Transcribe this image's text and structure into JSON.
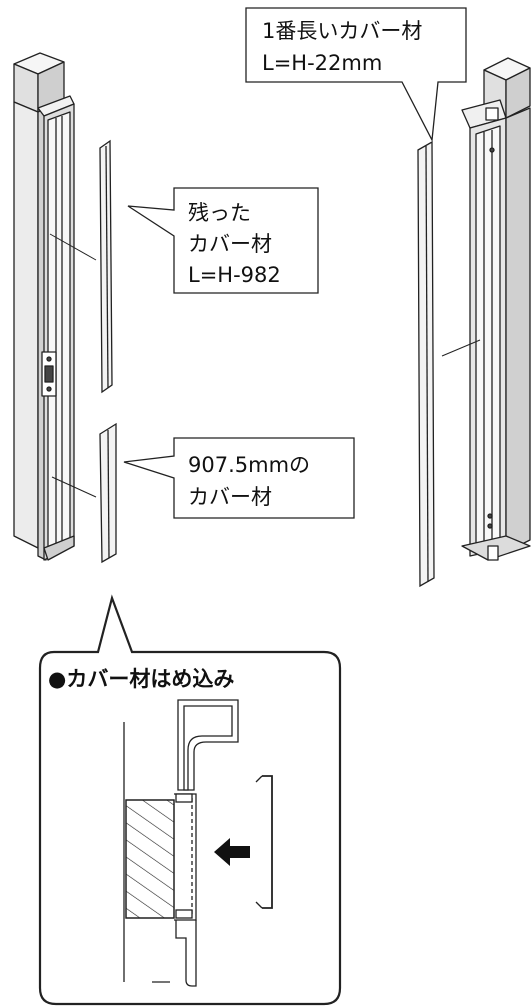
{
  "callouts": {
    "longest_cover": {
      "line1": "1番長いカバー材",
      "line2": "L=H-22mm"
    },
    "remaining_cover": {
      "line1": "残った",
      "line2": "カバー材",
      "line3": "L=H-982"
    },
    "cover_907": {
      "line1": "907.5mmの",
      "line2": "カバー材"
    }
  },
  "detail": {
    "title": "●カバー材はめ込み"
  },
  "colors": {
    "stroke": "#222222",
    "post_shade": "#d9d9d9",
    "post_light": "#f4f4f4",
    "arrow": "#111111"
  },
  "icons": [
    "push-arrow-icon"
  ]
}
